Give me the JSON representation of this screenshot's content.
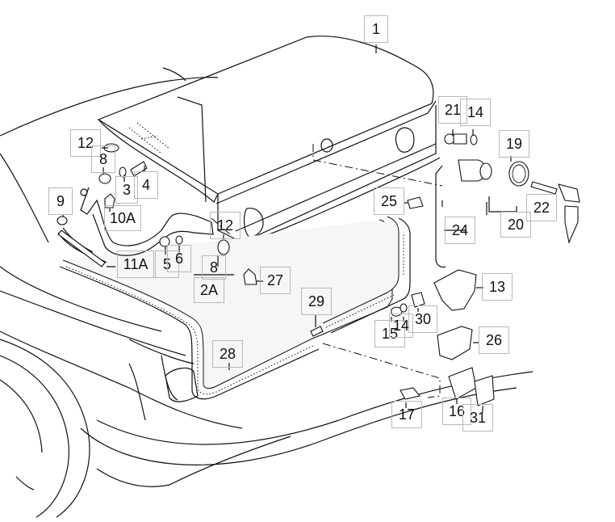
{
  "diagram": {
    "title": "Trunk lid, lock and seal exploded parts diagram",
    "labels": [
      {
        "id": "1",
        "text": "1",
        "part": "trunk-lid"
      },
      {
        "id": "21",
        "text": "21",
        "part": "bolt"
      },
      {
        "id": "14a",
        "text": "14",
        "part": "washer"
      },
      {
        "id": "19",
        "text": "19",
        "part": "lock-ring"
      },
      {
        "id": "12a",
        "text": "12",
        "part": "grommet"
      },
      {
        "id": "8a",
        "text": "8",
        "part": "bushing"
      },
      {
        "id": "3",
        "text": "3",
        "part": "washer"
      },
      {
        "id": "4",
        "text": "4",
        "part": "bolt"
      },
      {
        "id": "9",
        "text": "9",
        "part": "bushing"
      },
      {
        "id": "10A",
        "text": "10A",
        "part": "buffer"
      },
      {
        "id": "25",
        "text": "25",
        "part": "clip"
      },
      {
        "id": "22",
        "text": "22",
        "part": "key-set"
      },
      {
        "id": "20",
        "text": "20",
        "part": "lock-cylinder"
      },
      {
        "id": "24",
        "text": "24",
        "part": "rod"
      },
      {
        "id": "12b",
        "text": "12",
        "part": "grommet"
      },
      {
        "id": "11A",
        "text": "11A",
        "part": "spring"
      },
      {
        "id": "5",
        "text": "5",
        "part": "nut"
      },
      {
        "id": "6",
        "text": "6",
        "part": "washer"
      },
      {
        "id": "8b",
        "text": "8",
        "part": "bushing"
      },
      {
        "id": "2A",
        "text": "2A",
        "part": "hinge"
      },
      {
        "id": "27",
        "text": "27",
        "part": "clip-nut"
      },
      {
        "id": "13",
        "text": "13",
        "part": "lock"
      },
      {
        "id": "29",
        "text": "29",
        "part": "connector"
      },
      {
        "id": "15",
        "text": "15",
        "part": "nut"
      },
      {
        "id": "14b",
        "text": "14",
        "part": "washer"
      },
      {
        "id": "30",
        "text": "30",
        "part": "plate"
      },
      {
        "id": "26",
        "text": "26",
        "part": "lock-cover"
      },
      {
        "id": "28",
        "text": "28",
        "part": "seal"
      },
      {
        "id": "17",
        "text": "17",
        "part": "bolt"
      },
      {
        "id": "16",
        "text": "16",
        "part": "striker"
      },
      {
        "id": "31",
        "text": "31",
        "part": "striker-pad"
      }
    ]
  }
}
